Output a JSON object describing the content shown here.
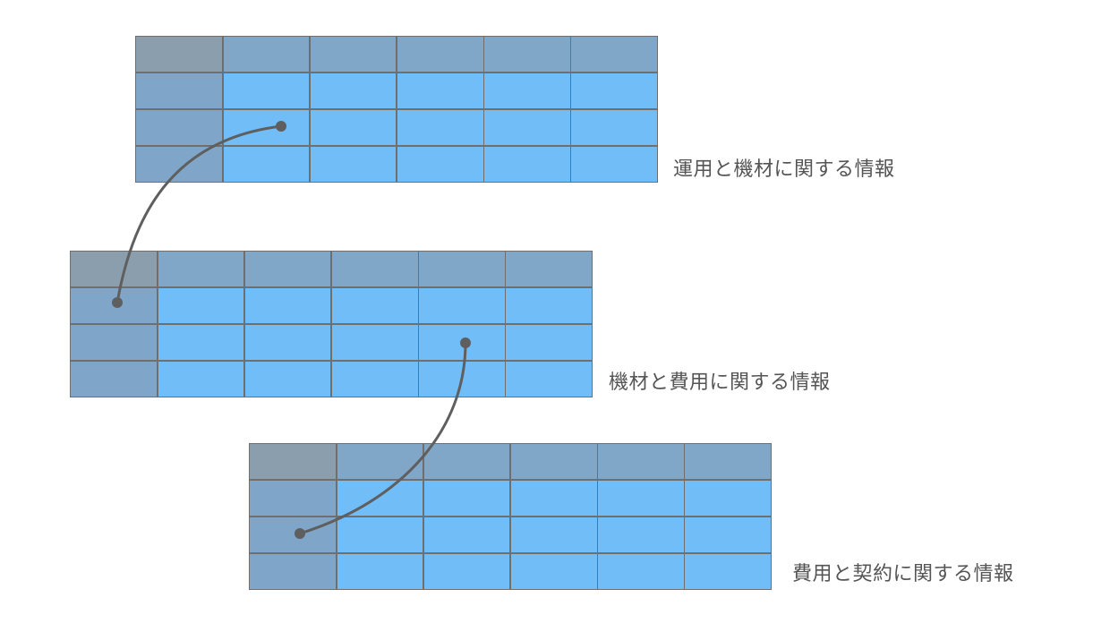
{
  "tables": [
    {
      "caption": "運用と機材に関する情報",
      "columns": 6,
      "rows": 4
    },
    {
      "caption": "機材と費用に関する情報",
      "columns": 6,
      "rows": 4
    },
    {
      "caption": "費用と契約に関する情報",
      "columns": 6,
      "rows": 4
    }
  ],
  "colors": {
    "header": "#80a6c8",
    "corner": "#8b9eae",
    "row_header": "#7fa6c8",
    "body_cell": "#71bdf8",
    "grid_line": "#6f6f6f",
    "connector": "#5f5f5f",
    "label_text": "#555555"
  }
}
